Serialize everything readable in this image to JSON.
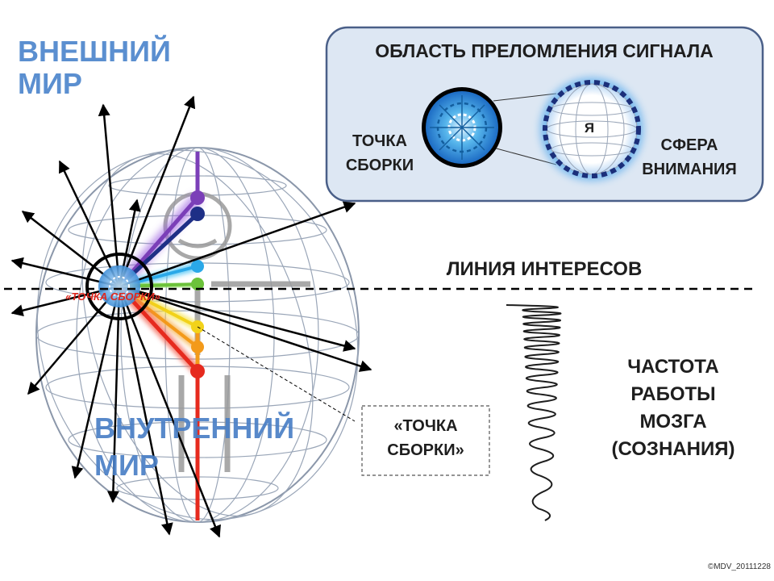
{
  "labels": {
    "outer_world": [
      "ВНЕШНИЙ",
      "МИР"
    ],
    "inner_world": [
      "ВНУТРЕННИЙ",
      "МИР"
    ],
    "panel_title": "ОБЛАСТЬ ПРЕЛОМЛЕНИЯ СИГНАЛА",
    "assembly_point": [
      "ТОЧКА",
      "СБОРКИ"
    ],
    "ya": "Я",
    "attention_sphere": [
      "СФЕРА",
      "ВНИМАНИЯ"
    ],
    "interest_line": "ЛИНИЯ ИНТЕРЕСОВ",
    "brain_frequency": [
      "ЧАСТОТА",
      "РАБОТЫ",
      "МОЗГА",
      "(СОЗНАНИЯ)"
    ],
    "assembly_point_box": [
      "«ТОЧКА",
      "СБОРКИ»"
    ],
    "assembly_point_red": "«ТОЧКА СБОРКИ»",
    "copyright": "©MDV_20111228"
  },
  "colors": {
    "outer_world_text": "#5b8fd0",
    "inner_world_text": "#4a7fc6",
    "panel_fill": "#dde7f3",
    "panel_stroke": "#4a5f88",
    "sphere_grid": "#9aa6b8",
    "arrow": "#000000",
    "assembly_red": "#e0281e"
  },
  "chakra_colors": [
    "#7b3fb8",
    "#1e2f86",
    "#2aa8e8",
    "#6cc23a",
    "#f2d21a",
    "#f39a1a",
    "#e62a1e"
  ]
}
